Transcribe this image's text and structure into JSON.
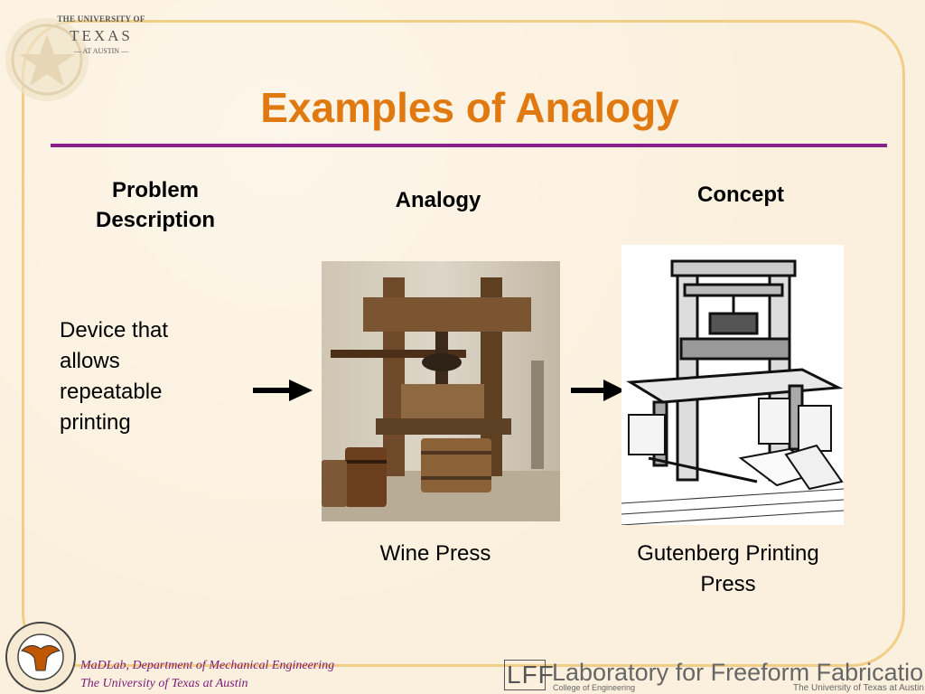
{
  "header": {
    "university_line1": "THE UNIVERSITY OF",
    "university_line2": "TEXAS",
    "university_line3": "— AT AUSTIN —"
  },
  "slide": {
    "title": "Examples of Analogy",
    "columns": {
      "problem": "Problem Description",
      "analogy": "Analogy",
      "concept": "Concept"
    },
    "problem_description": "Device that allows repeatable printing",
    "analogy_caption": "Wine Press",
    "concept_caption": "Gutenberg Printing Press"
  },
  "footer": {
    "lab_line1": "MaDLab, Department of Mechanical Engineering",
    "lab_line2": "The University of Texas at Austin",
    "lff_abbr": "LFF",
    "lff_name": "Laboratory for Freeform Fabrication",
    "lff_college": "College of Engineering",
    "lff_university": "The University of Texas at Austin"
  },
  "colors": {
    "title": "#e07a10",
    "rule": "#8c1f8c",
    "frame": "#f2cd86",
    "footer_text": "#7a1a7a"
  }
}
